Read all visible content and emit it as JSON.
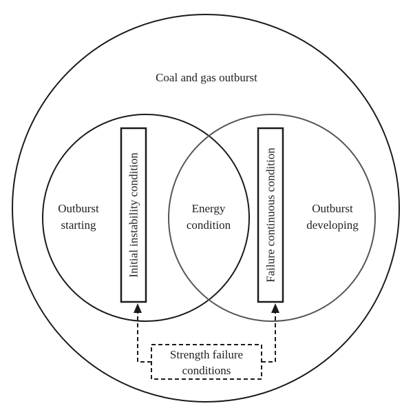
{
  "diagram": {
    "outer_title": "Coal and gas outburst",
    "left_circle": {
      "line1": "Outburst",
      "line2": "starting"
    },
    "center": {
      "line1": "Energy",
      "line2": "condition"
    },
    "right_circle": {
      "line1": "Outburst",
      "line2": "developing"
    },
    "left_box_label": "Initial instability condition",
    "right_box_label": "Failure continuous condition",
    "bottom_box": {
      "line1": "Strength failure",
      "line2": "conditions"
    }
  }
}
